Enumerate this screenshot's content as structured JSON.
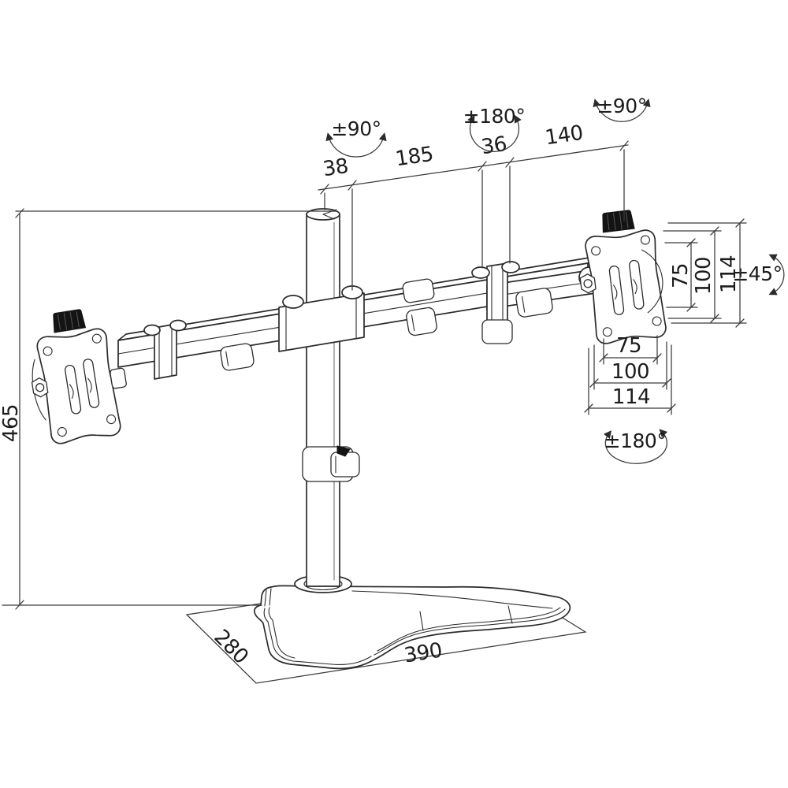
{
  "drawing": {
    "subject": "Dual-arm monitor desk stand dimensional line drawing",
    "units": "mm",
    "dims": {
      "pole_offset": "38",
      "arm_inner": "185",
      "joint": "36",
      "arm_outer": "140",
      "height": "465",
      "base_depth": "280",
      "base_width": "390"
    },
    "vesa_vertical": {
      "slot": "75",
      "hole": "100",
      "plate": "114"
    },
    "vesa_horizontal": {
      "slot": "75",
      "hole": "100",
      "plate": "114"
    },
    "angles": {
      "pole_rotation": "±90°",
      "arm_swivel": "±180°",
      "head_rotation": "±90°",
      "head_tilt": "±45°",
      "head_swivel": "±180°"
    }
  }
}
